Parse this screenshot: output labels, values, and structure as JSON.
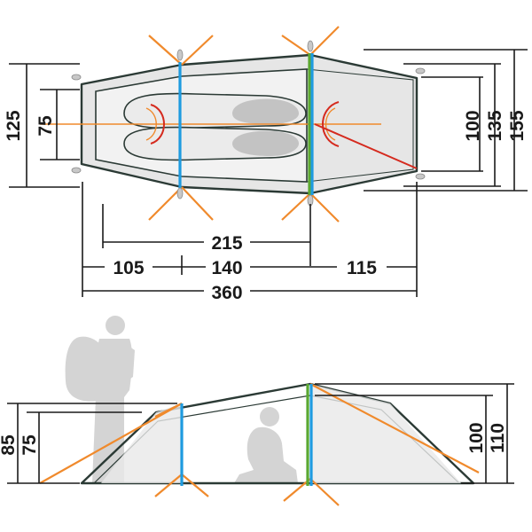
{
  "top_view": {
    "widths": {
      "outer": "155",
      "middle": "135",
      "inner": "100"
    },
    "heights": {
      "outer": "125",
      "inner": "75"
    },
    "lengths": {
      "inner": "215",
      "front": "105",
      "middle": "140",
      "rear": "115",
      "total": "360"
    }
  },
  "side_view": {
    "left_heights": {
      "outer": "85",
      "inner": "75"
    },
    "right_heights": {
      "inner": "100",
      "outer": "110"
    }
  },
  "colors": {
    "pole_blue": "#1e9be0",
    "pole_green": "#5aa832",
    "guy_orange": "#f08a2c",
    "door_red": "#d52a1e",
    "outline": "#2b3a35",
    "fill_gray": "#e6e6e6",
    "silhouette": "#d4d4d4"
  },
  "icons": [
    "backpacker-silhouette-icon",
    "seated-person-silhouette-icon",
    "sleeping-bag-icon",
    "tent-peg-icon"
  ]
}
